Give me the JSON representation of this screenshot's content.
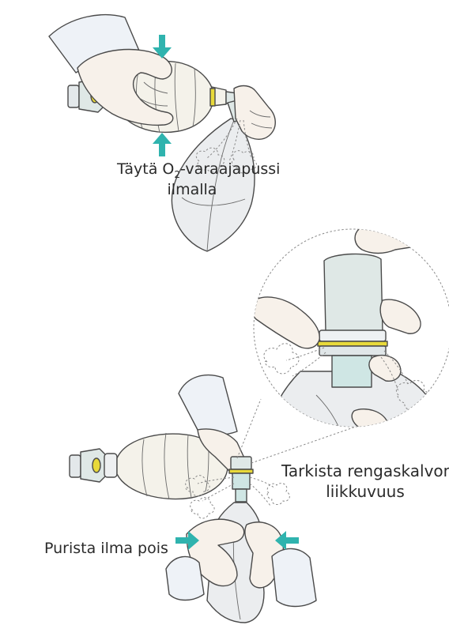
{
  "colors": {
    "arrow": "#2fb3ae",
    "outline": "#4a4a4a",
    "skin": "#f7f1ea",
    "bag": "#f4f2ea",
    "reservoir": "#e8eaec",
    "valve_teal": "#cfe6e4",
    "valve_yellow": "#e8d93a",
    "sleeve": "#eef2f7",
    "text": "#2b2b2b"
  },
  "labels": {
    "fill_line1_a": "Täytä O",
    "fill_line1_sub": "2",
    "fill_line1_b": "-varaajapussi",
    "fill_line2": "ilmalla",
    "squeeze": "Purista ilma pois",
    "check_line1": "Tarkista rengaskalvon",
    "check_line2": "liikkuvuus"
  },
  "icons": [
    "arrow-down-icon",
    "arrow-up-icon",
    "arrow-right-icon",
    "arrow-left-icon",
    "air-cloud-icon",
    "magnifier-callout"
  ]
}
